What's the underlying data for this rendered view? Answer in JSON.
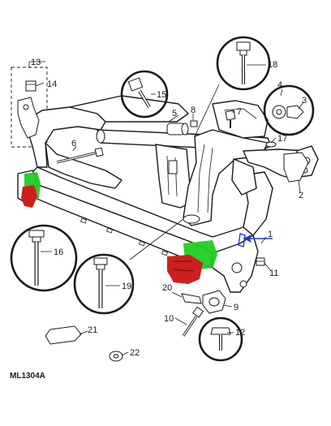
{
  "figure_code": "ML1304A",
  "labels": {
    "l1": "1",
    "l2": "2",
    "l3": "3",
    "l4": "4",
    "l5": "5",
    "l6": "6",
    "l7": "7",
    "l8": "8",
    "l9": "9",
    "l10": "10",
    "l11": "11",
    "l12": "12",
    "l13": "13",
    "l14": "14",
    "l15": "15",
    "l16": "16",
    "l17": "17",
    "l18": "18",
    "l19": "19",
    "l20": "20",
    "l21": "21",
    "l22": "22"
  },
  "colors": {
    "highlight_green": "#22cc22",
    "highlight_red": "#cc1f1f",
    "pointer_blue": "#1f3cc8",
    "line": "#1a1a1a"
  }
}
